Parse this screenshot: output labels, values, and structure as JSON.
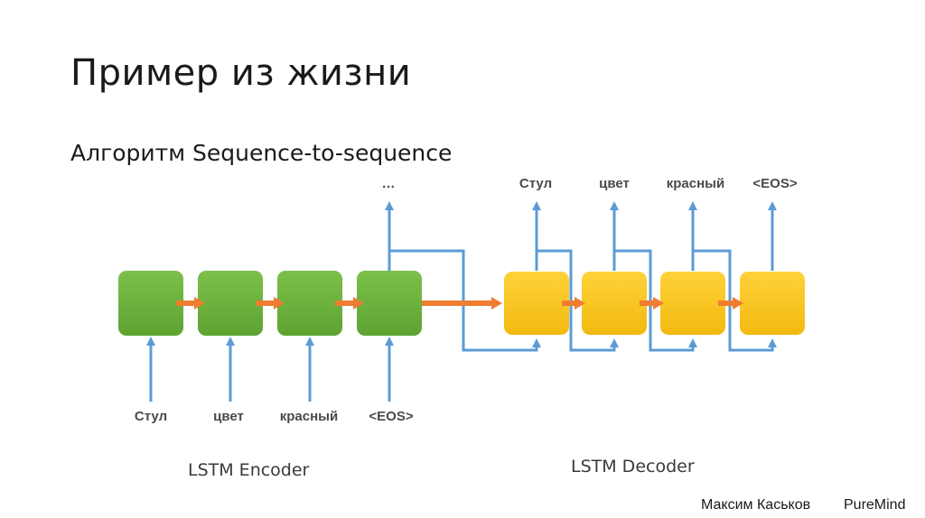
{
  "slide": {
    "title": "Пример из жизни",
    "subtitle": "Алгоритм Sequence-to-sequence",
    "author": "Максим Каськов",
    "org": "PureMind"
  },
  "diagram": {
    "encoder_inputs": [
      "Стул",
      "цвет",
      "красный",
      "<EOS>"
    ],
    "encoder_output_label": "…",
    "decoder_outputs": [
      "Стул",
      "цвет",
      "красный",
      "<EOS>"
    ],
    "encoder_title": "LSTM Encoder",
    "decoder_title": "LSTM Decoder",
    "colors": {
      "encoder_cell": "#6cb33f",
      "decoder_cell": "#f7c21b",
      "state_arrow": "#ee7d31",
      "io_arrow": "#5b9bd5"
    }
  }
}
